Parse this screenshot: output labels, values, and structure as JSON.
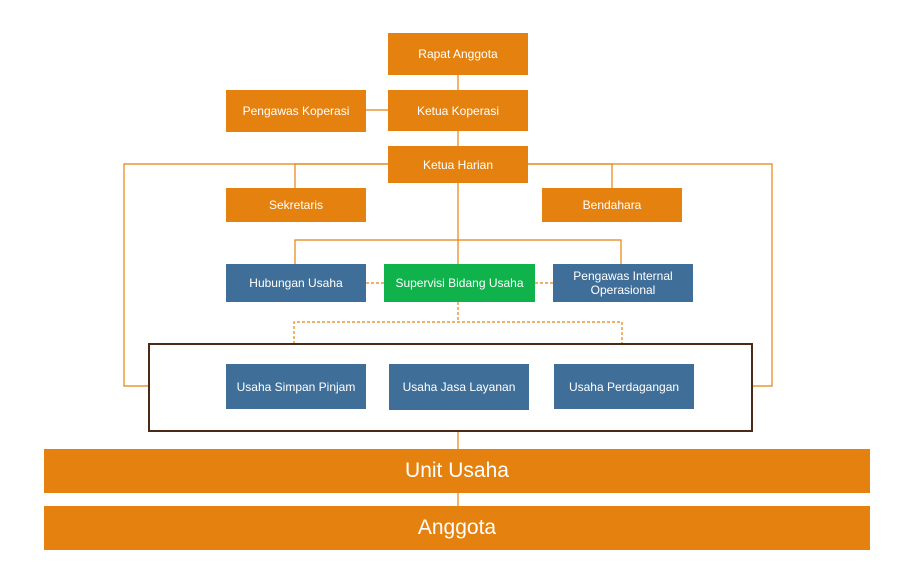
{
  "orgchart": {
    "rapat_anggota": "Rapat Anggota",
    "ketua_koperasi": "Ketua Koperasi",
    "pengawas_koperasi": "Pengawas Koperasi",
    "ketua_harian": "Ketua Harian",
    "sekretaris": "Sekretaris",
    "bendahara": "Bendahara",
    "hubungan_usaha": "Hubungan Usaha",
    "supervisi_bidang_usaha": "Supervisi Bidang Usaha",
    "pengawas_internal_operasional": "Pengawas Internal Operasional",
    "usaha_simpan_pinjam": "Usaha Simpan Pinjam",
    "usaha_jasa_layanan": "Usaha Jasa Layanan",
    "usaha_perdagangan": "Usaha Perdagangan",
    "unit_usaha": "Unit Usaha",
    "anggota": "Anggota"
  },
  "colors": {
    "orange": "#e5820f",
    "blue": "#3f6f98",
    "green": "#10b24b",
    "frame": "#4a2a14"
  }
}
